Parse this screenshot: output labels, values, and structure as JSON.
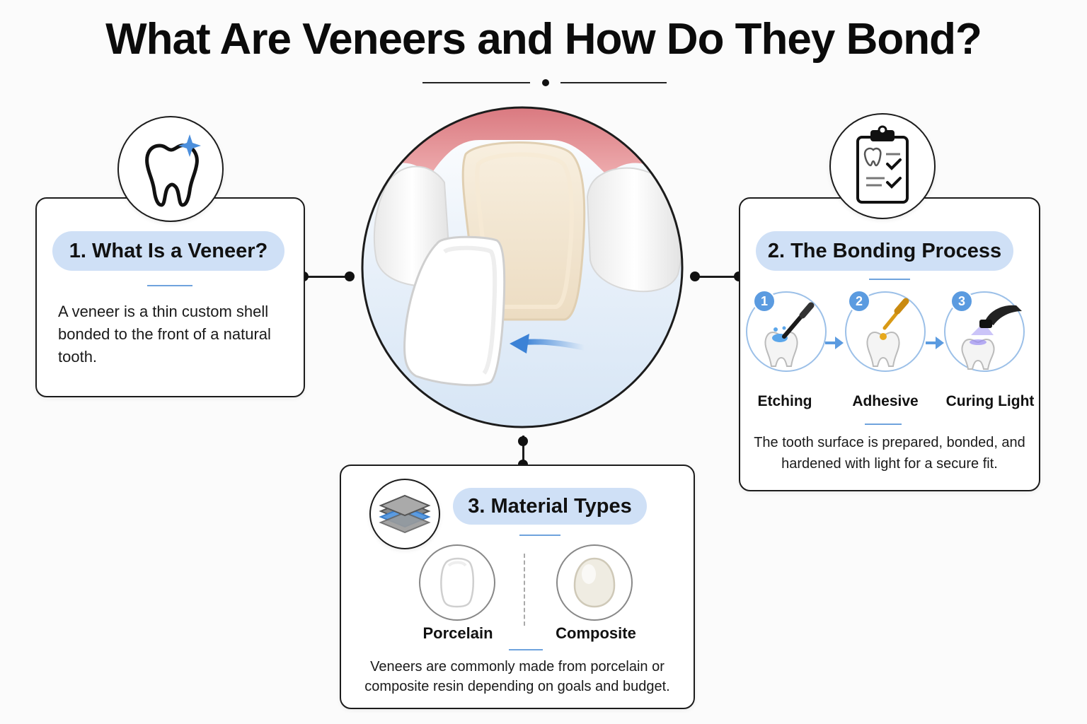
{
  "title": "What Are Veneers and How Do They Bond?",
  "sections": {
    "what": {
      "heading": "1. What Is a Veneer?",
      "body": "A veneer is a thin custom shell bonded to the front of a natural tooth."
    },
    "bonding": {
      "heading": "2. The Bonding Process",
      "steps": [
        {
          "number": "1",
          "label": "Etching"
        },
        {
          "number": "2",
          "label": "Adhesive"
        },
        {
          "number": "3",
          "label": "Curing Light"
        }
      ],
      "body": "The tooth surface is prepared, bonded, and hardened with light for a secure fit."
    },
    "materials": {
      "heading": "3. Material Types",
      "types": [
        {
          "label": "Porcelain"
        },
        {
          "label": "Composite"
        }
      ],
      "body": "Veneers are commonly made from porcelain or composite resin depending on goals and budget."
    }
  },
  "icons": {
    "what": "tooth-sparkle-icon",
    "bonding": "clipboard-checklist-icon",
    "materials": "layers-icon"
  },
  "colors": {
    "accent": "#5b9be0",
    "pill": "#cfe0f6",
    "gum": "#e79a9d",
    "outline": "#1c1c1c"
  }
}
